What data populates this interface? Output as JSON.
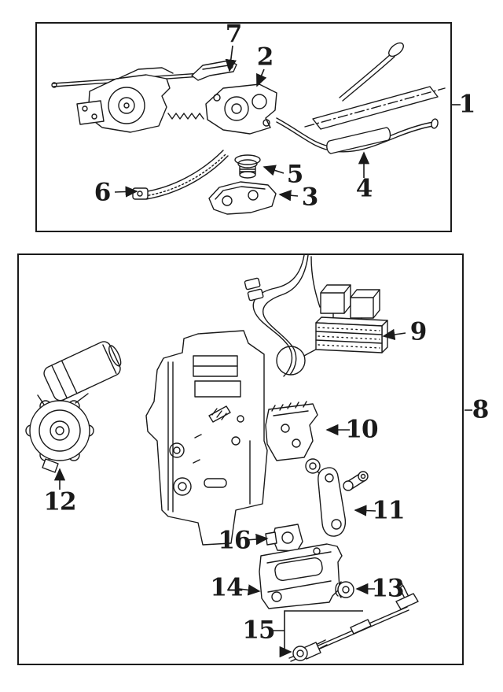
{
  "figure": {
    "background": "#ffffff",
    "line_color": "#1a1a1a"
  },
  "callouts": [
    {
      "label": "7"
    },
    {
      "label": "2"
    },
    {
      "label": "1"
    },
    {
      "label": "5"
    },
    {
      "label": "4"
    },
    {
      "label": "6"
    },
    {
      "label": "3"
    },
    {
      "label": "9"
    },
    {
      "label": "8"
    },
    {
      "label": "10"
    },
    {
      "label": "12"
    },
    {
      "label": "11"
    },
    {
      "label": "16"
    },
    {
      "label": "14"
    },
    {
      "label": "13"
    },
    {
      "label": "15"
    }
  ]
}
